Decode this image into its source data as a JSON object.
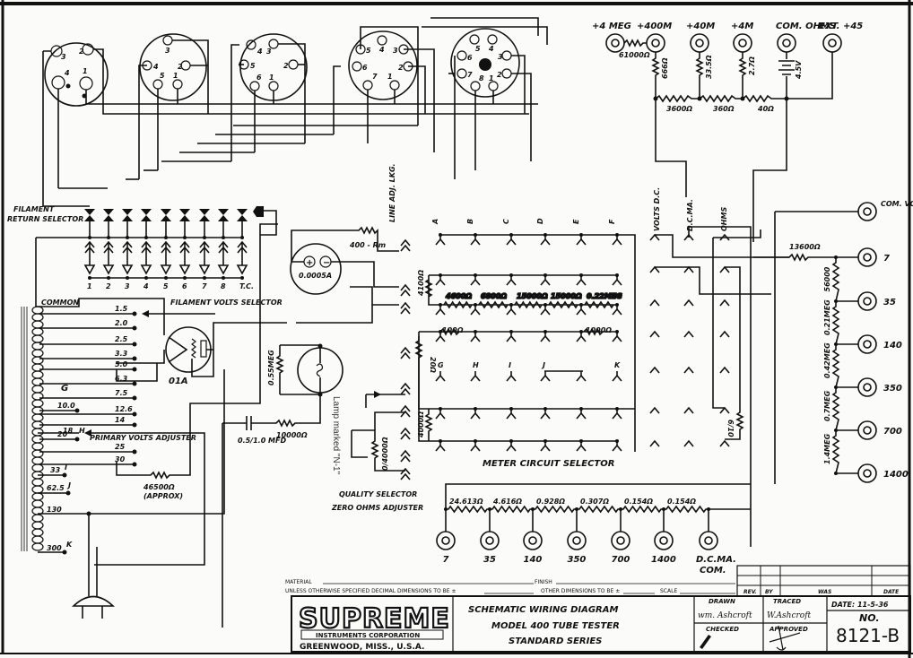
{
  "title_block": {
    "company": "SUPREME",
    "company_sub": "INSTRUMENTS CORPORATION",
    "location": "GREENWOOD, MISS., U.S.A.",
    "title_line1": "SCHEMATIC   WIRING   DIAGRAM",
    "title_line2": "MODEL  400  TUBE  TESTER",
    "title_line3": "STANDARD  SERIES",
    "material_label": "MATERIAL",
    "finish_label": "FINISH",
    "tolerance_label": "UNLESS OTHERWISE SPECIFIED DECIMAL DIMENSIONS TO BE ±",
    "other_dims_label": "OTHER DIMENSIONS TO BE ±",
    "scale_label": "SCALE",
    "rev_label": "REV.",
    "by_label": "BY",
    "was_label": "WAS",
    "date_label": "DATE",
    "drawn_label": "DRAWN",
    "drawn_sig": "wm. Ashcroft",
    "traced_label": "TRACED",
    "traced_sig": "W.Ashcroft",
    "checked_label": "CHECKED",
    "approved_label": "APPROVED",
    "date_value": "DATE: 11-5-36",
    "no_label": "NO.",
    "drawing_number": "8121-B"
  },
  "sockets": [
    {
      "pins": [
        "3",
        "2",
        "4",
        "1"
      ]
    },
    {
      "pins": [
        "3",
        "4",
        "2",
        "5",
        "1"
      ]
    },
    {
      "pins": [
        "4",
        "3",
        "5",
        "2",
        "6",
        "1"
      ]
    },
    {
      "pins": [
        "5",
        "4",
        "3",
        "6",
        "2",
        "7",
        "1"
      ]
    },
    {
      "pins": [
        "6",
        "5",
        "4",
        "3",
        "7",
        "2",
        "8",
        "1"
      ]
    }
  ],
  "top_jacks": [
    {
      "label": "+4 MEG"
    },
    {
      "label": "+400M"
    },
    {
      "label": "+40M"
    },
    {
      "label": "+4M"
    },
    {
      "label": "COM. OHMS"
    },
    {
      "label": "EXT. +45"
    }
  ],
  "ohms_resistors": {
    "r_4meg": "61000Ω",
    "r_400m": "666Ω",
    "r_40m": "33.5Ω",
    "r_4m": "2.7Ω",
    "battery": "4.5V",
    "chain": [
      "3600Ω",
      "360Ω",
      "40Ω"
    ]
  },
  "filament_return": {
    "label_line1": "FILAMENT",
    "label_line2": "RETURN SELECTOR",
    "positions": [
      "1",
      "2",
      "3",
      "4",
      "5",
      "6",
      "7",
      "8",
      "T.C."
    ]
  },
  "transformer": {
    "common_label": "COMMON",
    "filament_selector_label": "FILAMENT VOLTS SELECTOR",
    "taps": [
      "1.5",
      "2.0",
      "2.5",
      "3.3",
      "5.0",
      "6.3",
      "7.5",
      "10.0",
      "12.6",
      "14",
      "18",
      "20",
      "25",
      "30"
    ],
    "g_label": "G",
    "primary_label": "PRIMARY VOLTS ADJUSTER",
    "h_label": "H",
    "tap_33": "33",
    "tap_625": "62.5",
    "tap_130": "130",
    "tap_300": "300",
    "i_label": "I",
    "j_label": "J",
    "k_label": "K"
  },
  "components": {
    "rectifier_tube": "01A",
    "meter": "0.0005A",
    "meter_resistor": "400 - Rm",
    "line_adj": "LINE ADJ. LKG.",
    "r_055meg": "0.55MEG",
    "lamp_note": "Lamp marked \"N-1\"",
    "capacitor": "0.5/1.0 MFD",
    "r_10000": "10000Ω",
    "r_46500": "46500Ω",
    "r_46500_note": "(APPROX)",
    "quality_selector": "QUALITY SELECTOR",
    "zero_adjuster": "ZERO OHMS ADJUSTER",
    "pot": "0/4000Ω",
    "r_4100": "4100Ω",
    "r_20": "20Ω",
    "r_4000": "4000Ω",
    "r_610": "6/10"
  },
  "meter_selector": {
    "title": "METER CIRCUIT SELECTOR",
    "top_labels": [
      "A",
      "B",
      "C",
      "D",
      "E",
      "F"
    ],
    "mid_labels": [
      "G",
      "H",
      "I",
      "J",
      "K"
    ],
    "function_labels": [
      "VOLTS D.C.",
      "D.C.MA.",
      "OHMS"
    ],
    "series_resistors": [
      "4600Ω",
      "6800Ω",
      "15000Ω",
      "15000Ω",
      "0.22MEG"
    ],
    "r_100": "100Ω",
    "r_1000": "1000Ω"
  },
  "volt_jacks": {
    "com_label": "COM. VOLTS",
    "r_13600": "13600Ω",
    "jacks": [
      "7",
      "35",
      "140",
      "350",
      "700",
      "1400"
    ],
    "resistors": [
      "56000",
      "0.21MEG",
      "0.42MEG",
      "0.7MEG",
      "1.4MEG"
    ]
  },
  "ma_shunt": {
    "resistors": [
      "24.613Ω",
      "4.616Ω",
      "0.928Ω",
      "0.307Ω",
      "0.154Ω",
      "0.154Ω"
    ],
    "jacks": [
      "7",
      "35",
      "140",
      "350",
      "700",
      "1400",
      "D.C.MA. COM."
    ]
  }
}
